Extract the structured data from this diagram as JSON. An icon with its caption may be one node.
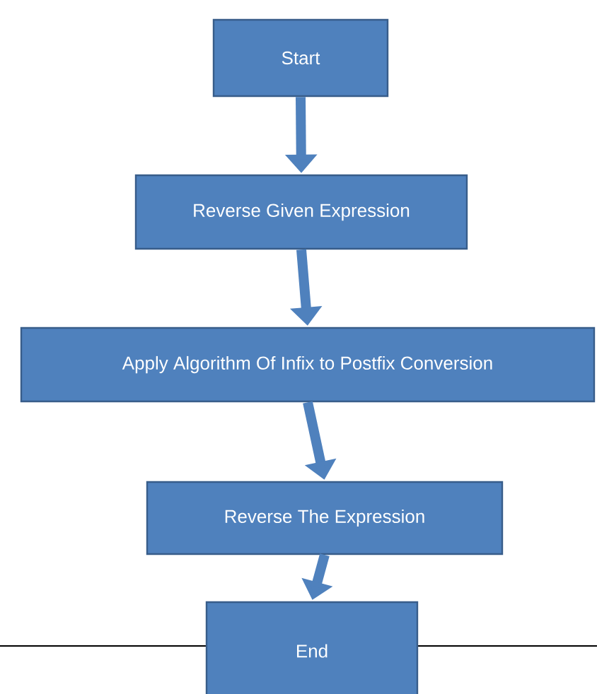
{
  "diagram": {
    "nodes": [
      {
        "text": [
          "Start"
        ]
      },
      {
        "text": [
          "Reverse Given Expression"
        ]
      },
      {
        "text": [
          "Apply Algorithm Of Infix to Postfix Conversion"
        ]
      },
      {
        "text": [
          "Reverse The Expression"
        ]
      },
      {
        "text": [
          "End"
        ]
      }
    ],
    "edges": [
      {
        "from": 0,
        "to": 1,
        "arrow": "to"
      },
      {
        "from": 1,
        "to": 2,
        "arrow": "to"
      },
      {
        "from": 2,
        "to": 3,
        "arrow": "to"
      },
      {
        "from": 3,
        "to": 4,
        "arrow": "to"
      }
    ]
  }
}
